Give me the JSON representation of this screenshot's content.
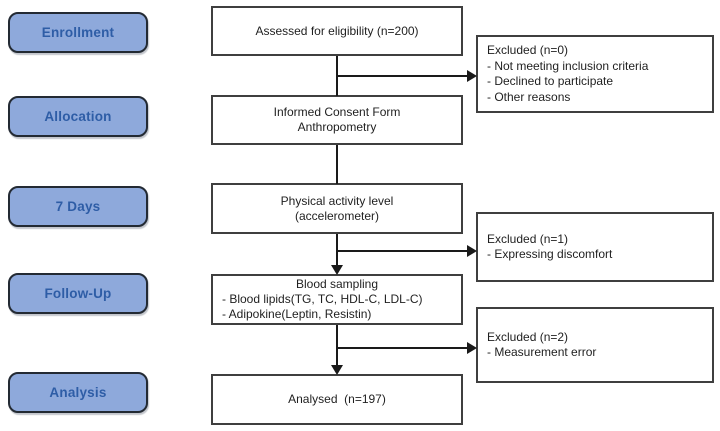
{
  "palette": {
    "badge_fill": "#8EA9DB",
    "badge_border": "#232A33",
    "badge_text": "#2E5DA6",
    "box_border": "#3F3F3F",
    "line_color": "#1A1A1A",
    "text_color": "#1F1F1F",
    "background": "#FFFFFF"
  },
  "stages": [
    {
      "label": "Enrollment"
    },
    {
      "label": "Allocation"
    },
    {
      "label": "7 Days"
    },
    {
      "label": "Follow-Up"
    },
    {
      "label": "Analysis"
    }
  ],
  "flow": {
    "eligibility": {
      "line1": "Assessed for eligibility (n=200)"
    },
    "consent": {
      "line1": "Informed Consent Form",
      "line2": "Anthropometry"
    },
    "activity": {
      "line1": "Physical activity level",
      "line2": "(accelerometer)"
    },
    "blood": {
      "title": "Blood sampling",
      "bullet1": "- Blood lipids(TG, TC, HDL-C, LDL-C)",
      "bullet2": "- Adipokine(Leptin, Resistin)"
    },
    "analysed": {
      "line1": "Analysed  (n=197)"
    }
  },
  "exclusions": [
    {
      "title": "Excluded (n=0)",
      "bullets": [
        "- Not meeting inclusion criteria",
        "- Declined to participate",
        "- Other reasons"
      ]
    },
    {
      "title": "Excluded (n=1)",
      "bullets": [
        "- Expressing discomfort"
      ]
    },
    {
      "title": "Excluded (n=2)",
      "bullets": [
        "- Measurement error"
      ]
    }
  ]
}
